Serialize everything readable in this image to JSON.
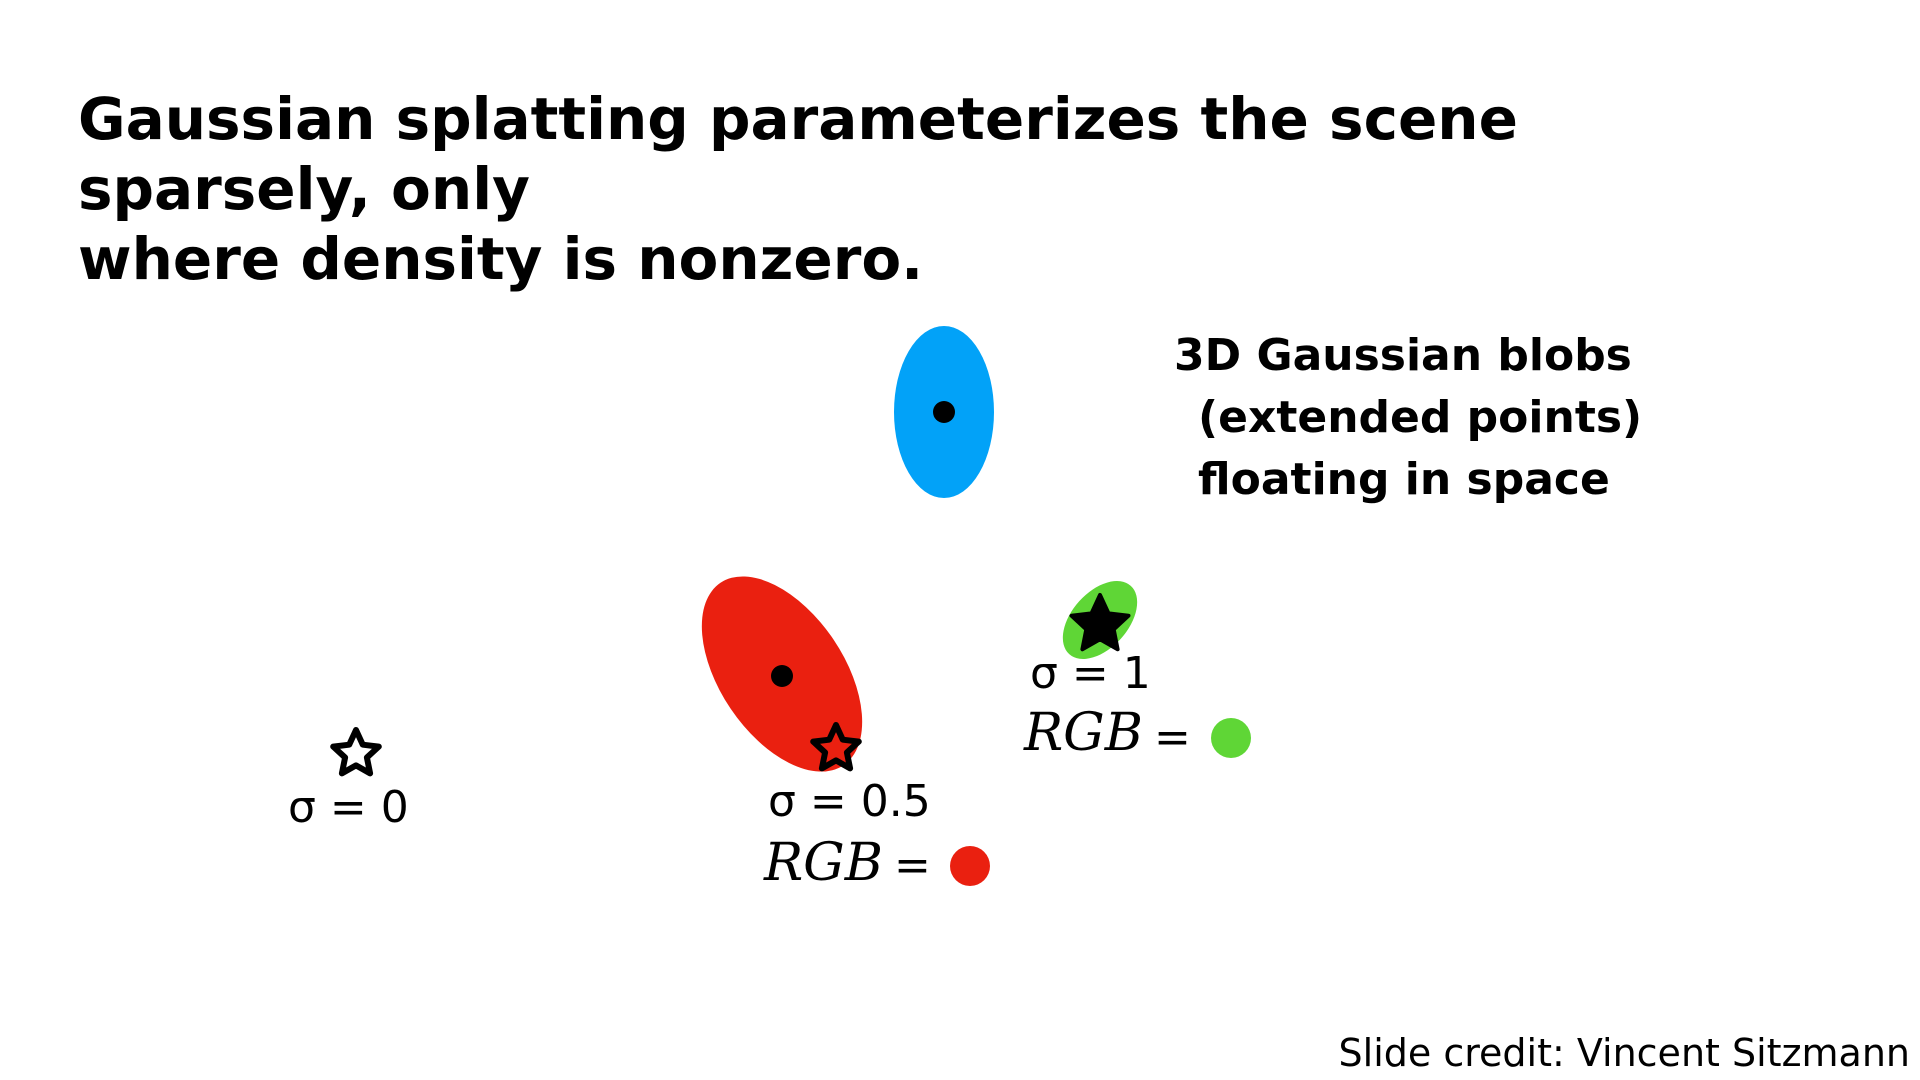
{
  "title": {
    "line1": "Gaussian splatting parameterizes the scene sparsely, only",
    "line2": "where density is nonzero."
  },
  "annotation": {
    "line1": "3D Gaussian blobs",
    "line2": "(extended points)",
    "line3": "floating in space"
  },
  "samples": [
    {
      "sigma_label": "σ =  0",
      "rgb_label": "",
      "rgb_eq": ""
    },
    {
      "sigma_label": "σ =  0.5",
      "rgb_label": "RGB",
      "rgb_eq": "="
    },
    {
      "sigma_label": "σ =  1",
      "rgb_label": "RGB",
      "rgb_eq": "="
    }
  ],
  "credit": "Slide credit: Vincent Sitzmann",
  "colors": {
    "blue_gaussian": "#02a2f8",
    "red_gaussian": "#ea2010",
    "green_gaussian": "#5fd636",
    "rgb_red": "#ea2010",
    "rgb_green": "#5fd636",
    "ink": "#000000"
  },
  "icons": {
    "sample_empty": "star-outline-icon",
    "sample_half": "star-red-fill-icon",
    "sample_full": "star-solid-icon",
    "center": "center-dot-icon"
  }
}
